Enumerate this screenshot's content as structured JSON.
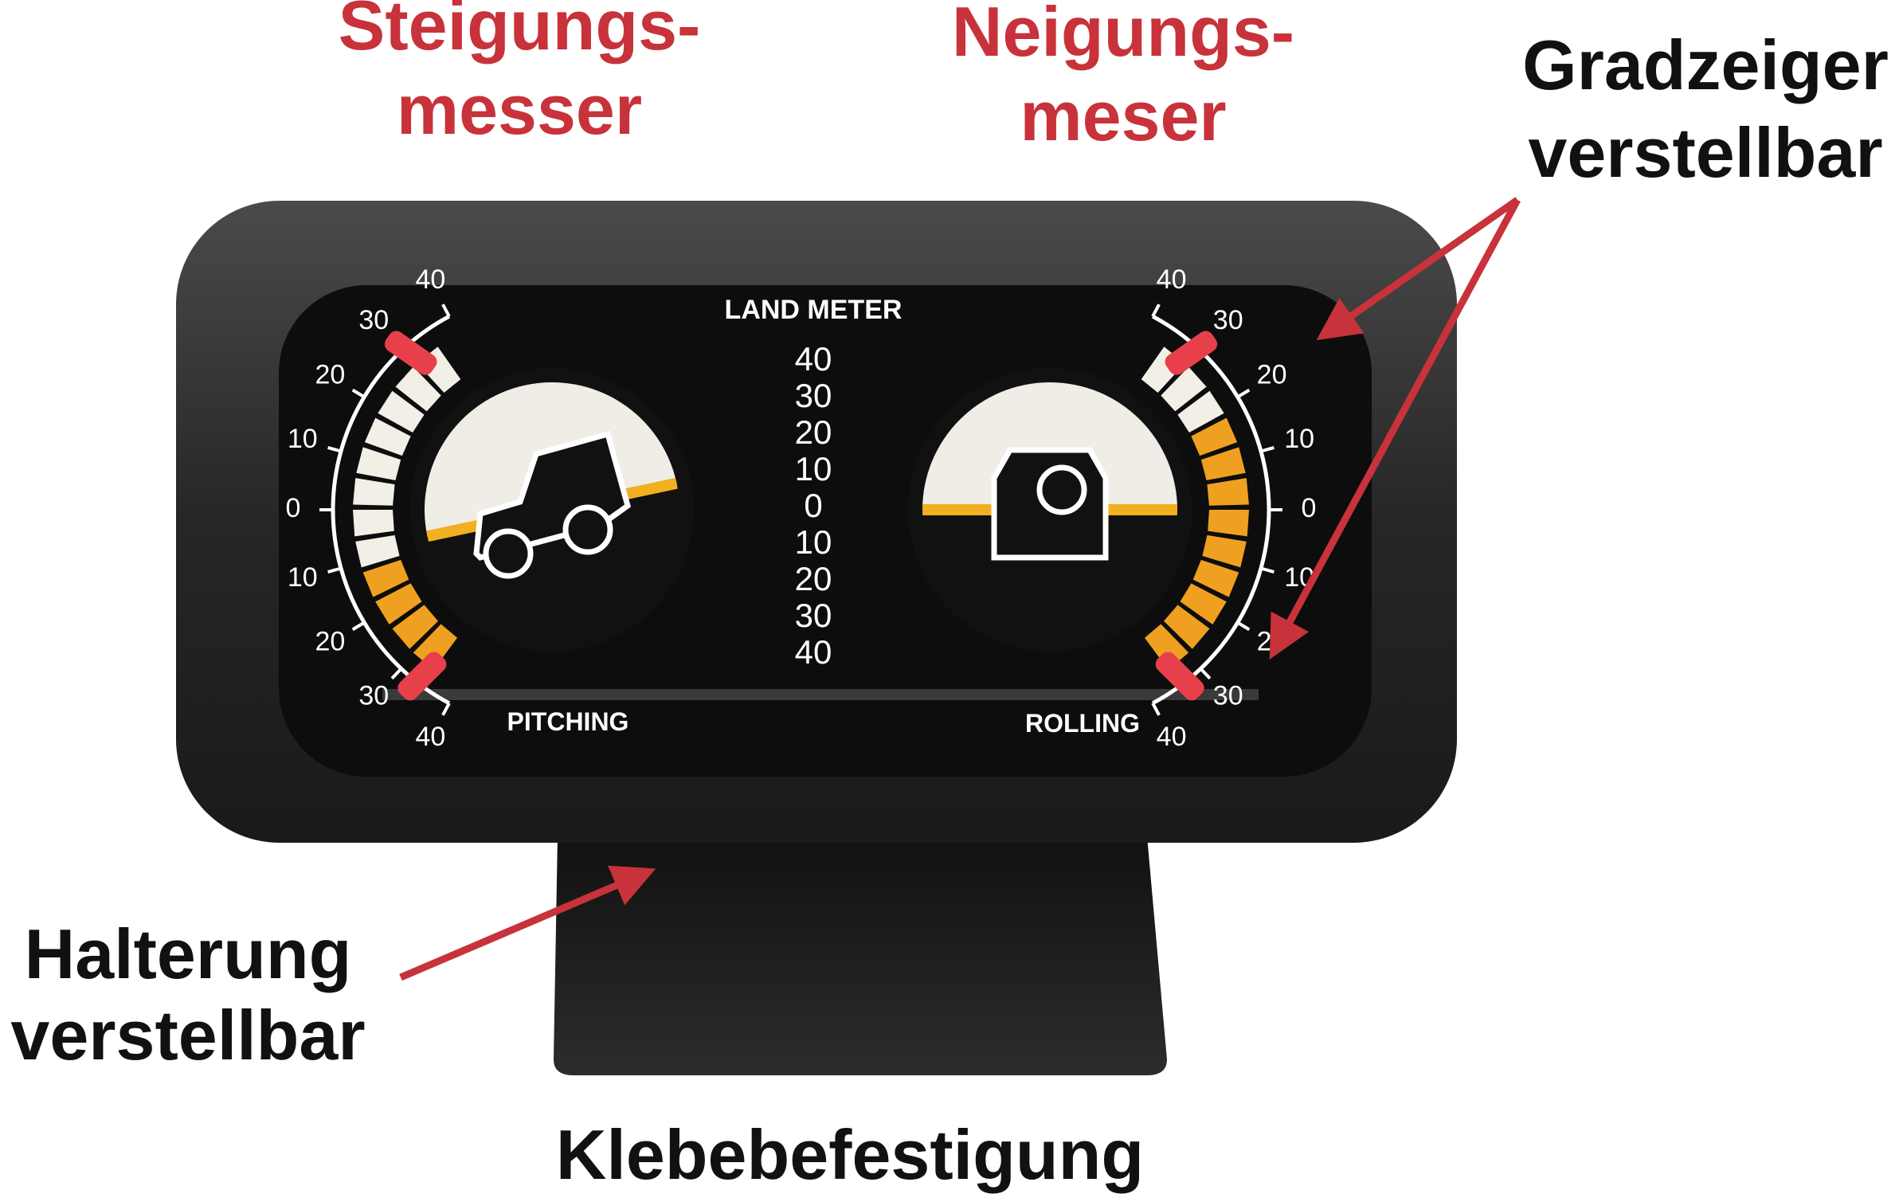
{
  "annotations": {
    "pitch_meter": [
      "Steigungs-",
      "messer"
    ],
    "roll_meter": [
      "Neigungs-",
      "meser"
    ],
    "degree_pointer": [
      "Gradzeiger",
      "verstellbar"
    ],
    "mount": [
      "Halterung",
      "verstellbar"
    ],
    "adhesive": "Klebebefestigung"
  },
  "device": {
    "brand": "LAND METER",
    "left_label": "PITCHING",
    "right_label": "ROLLING",
    "scale": [
      "40",
      "30",
      "20",
      "10",
      "0",
      "10",
      "20",
      "30",
      "40"
    ]
  },
  "colors": {
    "annotation_red": "#c8323a",
    "body": "#2a2a2a",
    "face": "#0d0d0d",
    "amber": "#f0a020",
    "pointer": "#e8404a"
  }
}
